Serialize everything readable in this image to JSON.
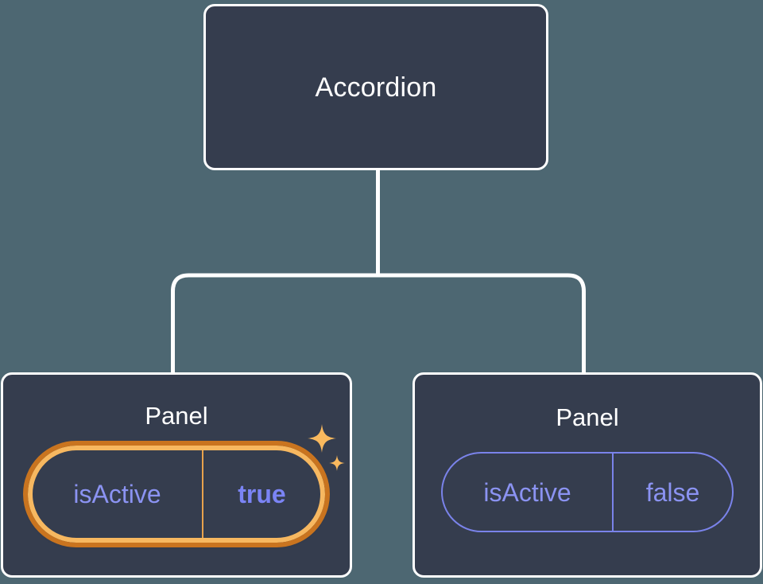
{
  "diagram": {
    "type": "component-tree",
    "background_color": "#4d6772",
    "node_fill_color": "#353d4e",
    "node_border_color": "#ffffff",
    "connector_color": "#ffffff",
    "accent_highlight_color": "#f7b860",
    "accent_highlight_outer_color": "#c9741f",
    "prop_text_color": "#8b93f2",
    "prop_value_active_color": "#7b84f5"
  },
  "root": {
    "label": "Accordion"
  },
  "panels": [
    {
      "title": "Panel",
      "prop": {
        "key": "isActive",
        "value": "true"
      },
      "highlighted": true,
      "sparkle_icons": [
        "sparkle-large-icon",
        "sparkle-small-icon"
      ]
    },
    {
      "title": "Panel",
      "prop": {
        "key": "isActive",
        "value": "false"
      },
      "highlighted": false,
      "sparkle_icons": []
    }
  ]
}
